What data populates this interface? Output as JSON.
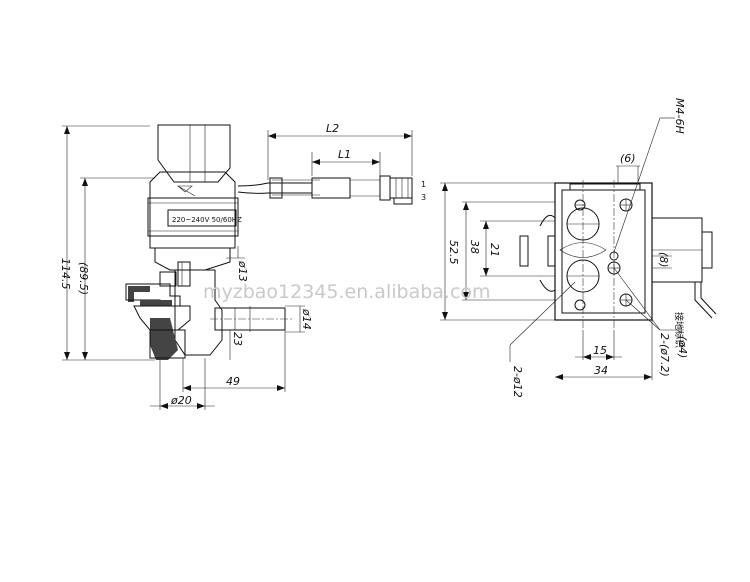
{
  "watermark": "myzbao12345.en.alibaba.com",
  "side_view": {
    "coil_label": "220~240V 50/60HZ",
    "dims": {
      "L2": "L2",
      "L1": "L1",
      "overall_height": "114.5",
      "height_ref": "(89.5)",
      "outlet_offset": "23",
      "outlet_dia": "ø14",
      "width_49": "49",
      "base_dia": "ø20",
      "small_dia": "ø13"
    },
    "connector_pins": [
      "1",
      "3"
    ]
  },
  "front_view": {
    "dims": {
      "thread": "M4-6H",
      "top_6": "(6)",
      "height_52_5": "52.5",
      "height_38": "38",
      "height_21": "21",
      "right_8": "(8)",
      "width_15": "15",
      "width_34": "34",
      "hole_4": "(ø4)",
      "chinese_note": "接地标识",
      "holes_7_2": "2-(ø7.2)",
      "holes_12": "2-ø12"
    }
  }
}
